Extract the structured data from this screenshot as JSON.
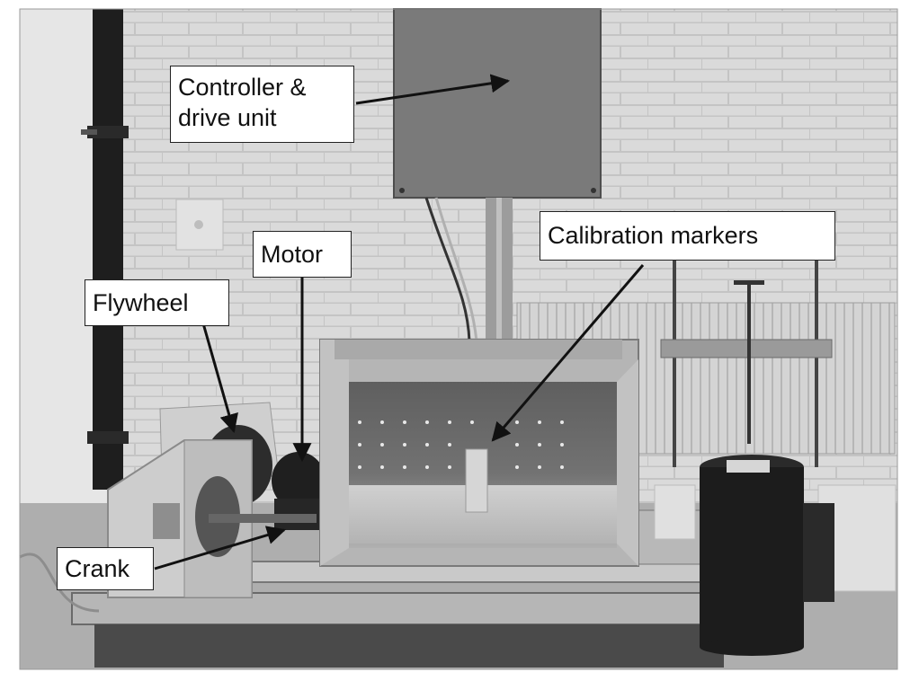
{
  "figure": {
    "labels": {
      "controller": "Controller &\ndrive unit",
      "motor": "Motor",
      "flywheel": "Flywheel",
      "calibration": "Calibration markers",
      "crank": "Crank"
    },
    "colors": {
      "wall": "#d9d9d9",
      "brick_line": "#c2c2c2",
      "box_panel": "#6e6e6e",
      "floor": "#a9a9a9",
      "label_bg": "#ffffff",
      "label_border": "#222222"
    }
  }
}
